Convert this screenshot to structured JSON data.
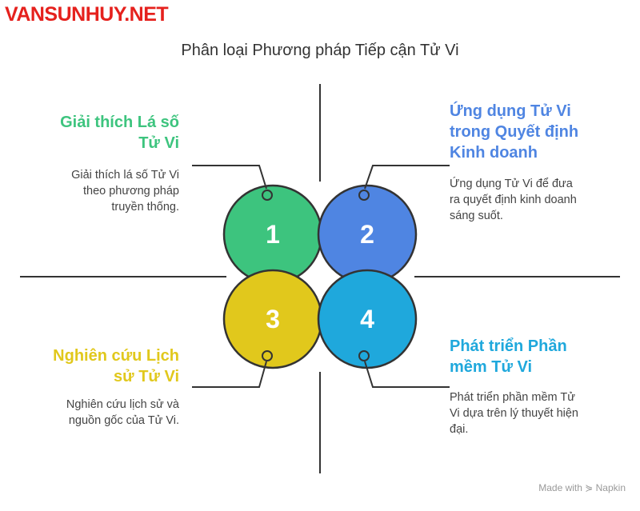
{
  "watermark": "VANSUNHUY.NET",
  "title": "Phân loại Phương pháp Tiếp cận Tử Vi",
  "quadrants": [
    {
      "number": "1",
      "heading_lines": [
        "Giải thích Lá số",
        "Tử Vi"
      ],
      "desc_lines": [
        "Giải thích lá số Tử Vi",
        "theo phương pháp",
        "truyền thống."
      ],
      "color": "#3dc47e"
    },
    {
      "number": "2",
      "heading_lines": [
        "Ứng dụng Tử Vi",
        "trong Quyết định",
        "Kinh doanh"
      ],
      "desc_lines": [
        "Ứng dụng Tử Vi để đưa",
        "ra quyết định kinh doanh",
        "sáng suốt."
      ],
      "color": "#4f85e2"
    },
    {
      "number": "3",
      "heading_lines": [
        "Nghiên cứu Lịch",
        "sử Tử Vi"
      ],
      "desc_lines": [
        "Nghiên cứu lịch sử và",
        "nguồn gốc của Tử Vi."
      ],
      "color": "#e1c81c"
    },
    {
      "number": "4",
      "heading_lines": [
        "Phát triển Phần",
        "mềm Tử Vi"
      ],
      "desc_lines": [
        "Phát triển phần mềm Tử",
        "Vi dựa trên lý thuyết hiện",
        "đại."
      ],
      "color": "#1fa8dc"
    }
  ],
  "footer": "Made with ⋟ Napkin"
}
